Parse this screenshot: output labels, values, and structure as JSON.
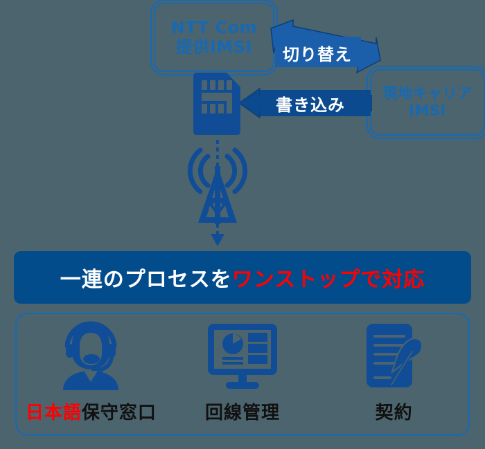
{
  "diagram": {
    "title_colors": {
      "primary_blue": "#1769b4",
      "banner_blue": "#034c8c",
      "accent_red": "#ff0000",
      "background": "#4c646d",
      "white": "#ffffff"
    },
    "boxes": {
      "ntt_imsi": {
        "line1": "NTT Com",
        "line2": "提供IMSI"
      },
      "local_carrier_imsi": {
        "line1": "現地キャリア",
        "line2": "IMSI"
      }
    },
    "arrows": {
      "switch": {
        "label": "切り替え",
        "direction": "bidirectional-diagonal"
      },
      "write": {
        "label": "書き込み",
        "direction": "left"
      },
      "downlink": {
        "label": "",
        "direction": "down-dashed"
      }
    },
    "icons": {
      "sim_card": "sim-card-icon",
      "cell_tower": "cell-tower-icon",
      "support_agent": "headset-agent-icon",
      "line_management": "monitor-dashboard-icon",
      "contract": "document-quill-icon"
    },
    "banner": {
      "text_plain": "一連のプロセスを",
      "text_highlight": "ワンストップで対応"
    },
    "services": [
      {
        "icon": "headset-agent-icon",
        "label_highlight": "日本語",
        "label_plain": "保守窓口"
      },
      {
        "icon": "monitor-dashboard-icon",
        "label_highlight": "",
        "label_plain": "回線管理"
      },
      {
        "icon": "document-quill-icon",
        "label_highlight": "",
        "label_plain": "契約"
      }
    ]
  }
}
